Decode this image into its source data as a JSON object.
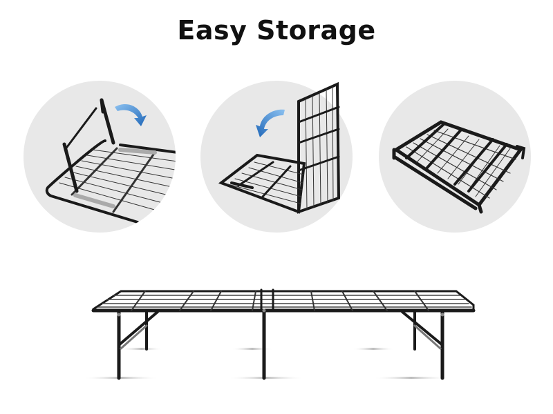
{
  "header": {
    "title": "Easy Storage"
  },
  "steps": [
    {
      "id": 1,
      "description": "frame with legs raised, arrow indicating folding legs down",
      "arrow_direction": "clockwise-down-right"
    },
    {
      "id": 2,
      "description": "frame half folded upright, arrow indicating folding halves together",
      "arrow_direction": "counterclockwise-down-left"
    },
    {
      "id": 3,
      "description": "fully folded compact frame"
    }
  ],
  "product": {
    "description": "assembled folding metal platform bed frame"
  },
  "colors": {
    "background": "#ffffff",
    "circle": "#e8e8e8",
    "metal": "#1a1a1a",
    "arrow": "#2a77c9",
    "title": "#111111"
  }
}
